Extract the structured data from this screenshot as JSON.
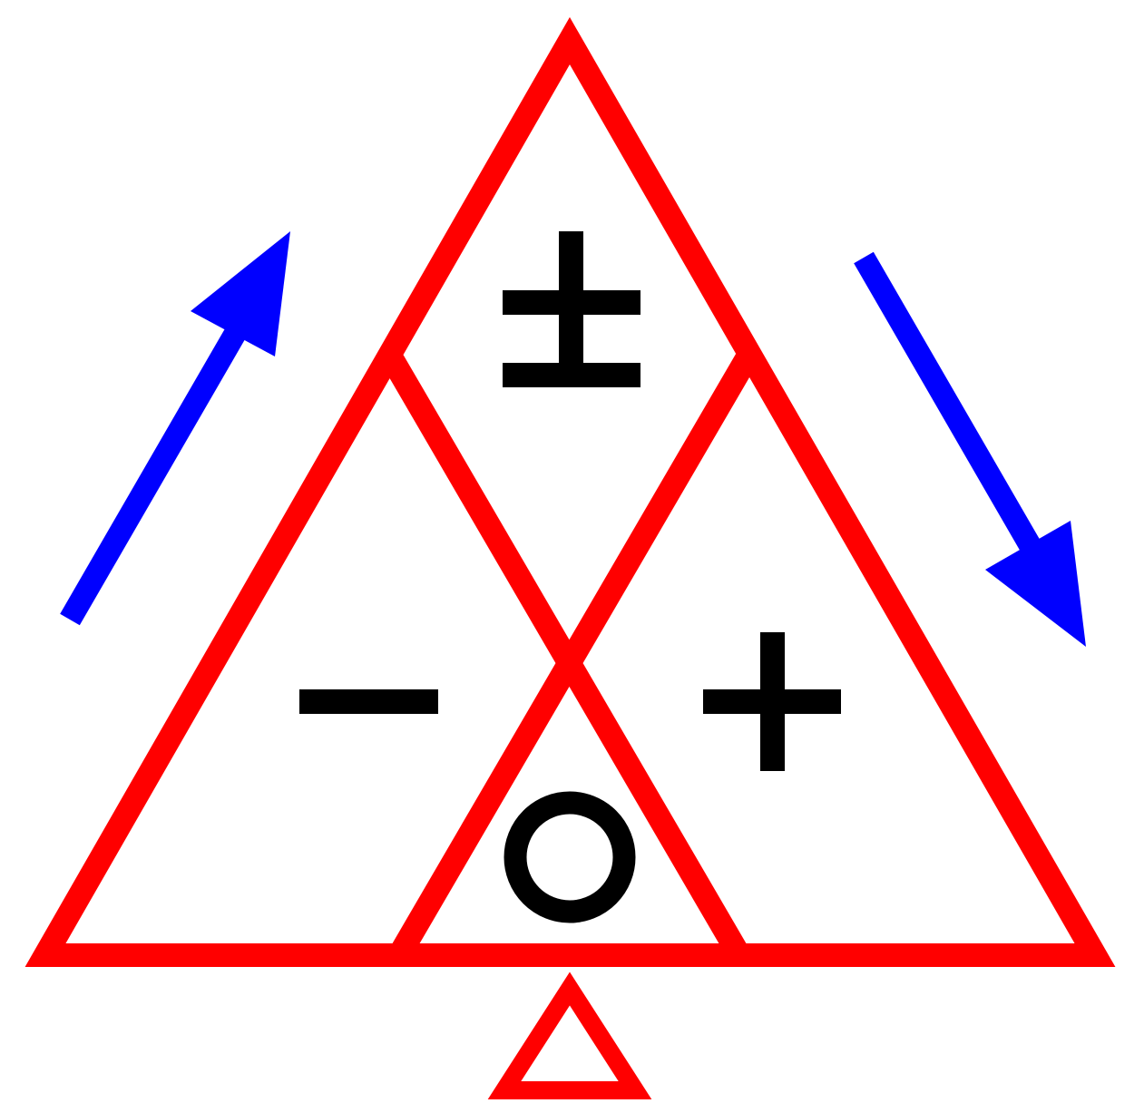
{
  "colors": {
    "triangle": "#ff0000",
    "arrow": "#0000ff",
    "symbol": "#000000",
    "background": "#ffffff"
  },
  "regions": [
    {
      "id": "top",
      "symbol": "±",
      "symbol_name": "plus-minus-sign"
    },
    {
      "id": "left",
      "symbol": "−",
      "symbol_name": "minus-sign"
    },
    {
      "id": "right",
      "symbol": "+",
      "symbol_name": "plus-sign"
    },
    {
      "id": "bottom-center",
      "symbol": "○",
      "symbol_name": "circle-sign"
    }
  ],
  "arrows": [
    {
      "id": "left",
      "direction": "up-right",
      "icon": "arrow-up-right-icon"
    },
    {
      "id": "right",
      "direction": "down-right",
      "icon": "arrow-down-right-icon"
    }
  ],
  "marker": {
    "shape": "small-triangle",
    "icon": "small-triangle-icon"
  }
}
